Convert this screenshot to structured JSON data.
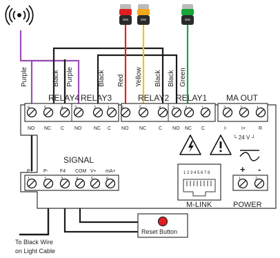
{
  "wire_labels": [
    "Purple",
    "Black",
    "Purple",
    "Black",
    "Red",
    "Yellow",
    "Black",
    "Black",
    "Green"
  ],
  "relay_labels": [
    "RELAY4",
    "RELAY3",
    "RELAY2",
    "RELAY1"
  ],
  "ma_out": {
    "title": "MA OUT",
    "terminal_numbers": [
      "3",
      "2",
      "1"
    ],
    "pin_labels": [
      "I-",
      "I+",
      "R"
    ],
    "voltage_note": "└ 24 V ┘"
  },
  "relay_terminal_numbers": [
    "6",
    "5",
    "4",
    "3",
    "2",
    "1",
    "6",
    "5",
    "4",
    "3",
    "2",
    "1"
  ],
  "relay_pin_labels": [
    "NO",
    "NC",
    "C",
    "NO",
    "NC",
    "C",
    "NO",
    "NC",
    "C",
    "NO",
    "NC",
    "C"
  ],
  "signal": {
    "title": "SIGNAL",
    "pin_labels": [
      "P+",
      "P-",
      "F4",
      "COM",
      "V+",
      "mA+"
    ],
    "terminal_numbers": [
      "1",
      "2",
      "3",
      "4",
      "5",
      "6"
    ]
  },
  "mlink": {
    "title": "M-LINK",
    "pin_numbers": "1 2 3 4 5 6 7 8"
  },
  "power": {
    "title": "POWER",
    "plus": "+",
    "minus": "-",
    "terminal_numbers": [
      "1",
      "2"
    ]
  },
  "reset_button": {
    "label": "Reset Button"
  },
  "footnote": [
    "To Black Wire",
    "on Light Cable"
  ],
  "wire_colors": {
    "purple": "#9b4fb5",
    "black": "#1a1a1a",
    "red": "#e02020",
    "yellow": "#f2c21b",
    "green": "#1aa53a"
  },
  "icons": [
    "wireless-signal-icon",
    "stack-light-red-icon",
    "stack-light-yellow-icon",
    "stack-light-green-icon",
    "electrical-hazard-icon",
    "warning-icon",
    "ac-power-icon",
    "rj45-port-icon"
  ]
}
